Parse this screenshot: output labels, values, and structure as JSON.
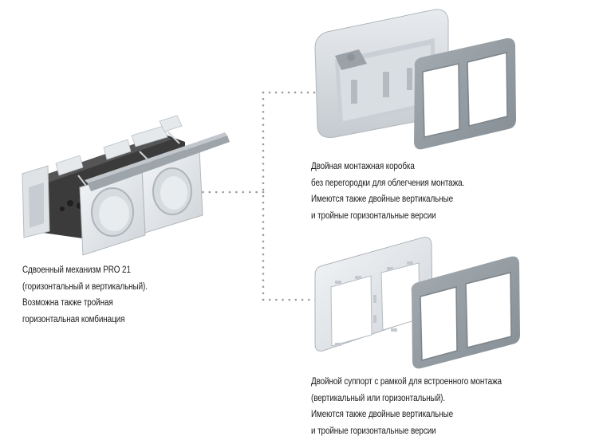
{
  "items": [
    {
      "id": "mechanism",
      "image": "double-socket-mechanism-pro21",
      "caption_lines": [
        "Сдвоенный механизм PRO 21",
        "(горизонтальный и вертикальный).",
        "Возможна также тройная",
        "горизонтальная комбинация"
      ]
    },
    {
      "id": "surface-box",
      "image": "double-surface-mounting-box-with-frame",
      "caption_lines": [
        "Двойная монтажная коробка",
        "без перегородки для облегчения монтажа.",
        "Имеются также двойные вертикальные",
        "и тройные горизонтальные версии"
      ]
    },
    {
      "id": "flush-support",
      "image": "double-flush-support-with-frame",
      "caption_lines": [
        "Двойной суппорт с рамкой для встроенного монтажа",
        "(вертикальный или горизонтальный).",
        "Имеются также двойные вертикальные",
        "и тройные горизонтальные версии"
      ]
    }
  ],
  "colors": {
    "connector": "#9a9a9a",
    "text": "#1a1a1a",
    "frame_dark": "#8e969c",
    "frame_light": "#d6dade",
    "mechanism_dark": "#3a3a3a"
  }
}
